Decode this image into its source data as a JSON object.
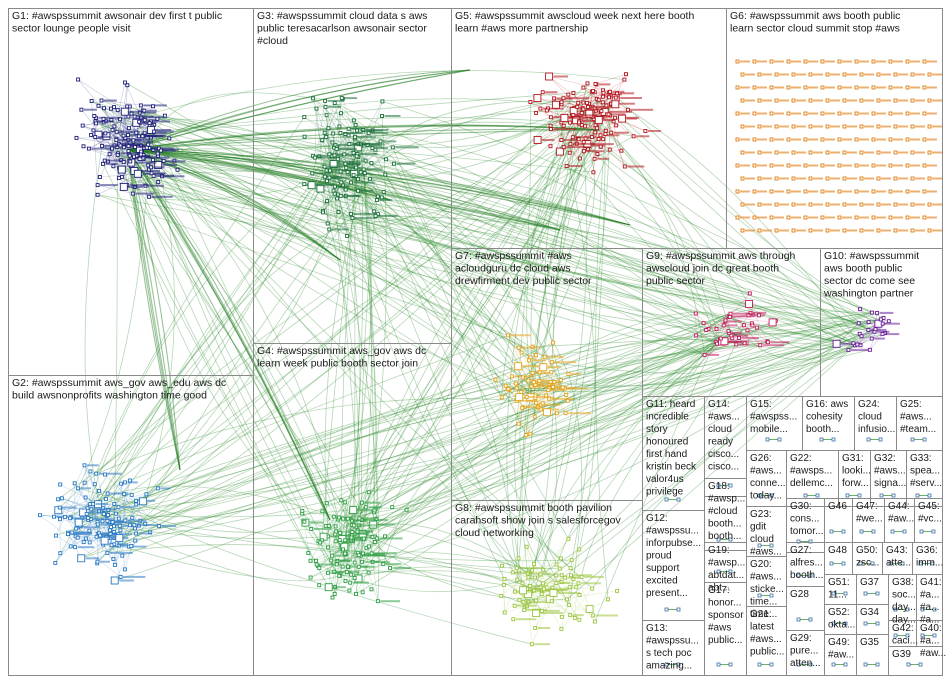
{
  "groups": [
    {
      "id": "G1",
      "lines": [
        "G1: #awspssummit awsonair dev first t public",
        "sector lounge people visit"
      ],
      "color": "#1f1f7a"
    },
    {
      "id": "G2",
      "lines": [
        "G2: #awspssummit aws_gov aws_edu aws dc",
        "build awsnonprofits washington time good"
      ],
      "color": "#2a78c2"
    },
    {
      "id": "G3",
      "lines": [
        "G3: #awspssummit cloud data s aws",
        "public teresacarlson awsonair sector",
        "#cloud"
      ],
      "color": "#1a6e3a"
    },
    {
      "id": "G4",
      "lines": [
        "G4: #awspssummit aws_gov aws dc",
        "learn week public booth sector join"
      ],
      "color": "#2f9e44"
    },
    {
      "id": "G5",
      "lines": [
        "G5: #awspssummit awscloud week next here booth",
        "learn #aws more partnership"
      ],
      "color": "#b3141c"
    },
    {
      "id": "G6",
      "lines": [
        "G6: #awspssummit aws booth public",
        "learn sector cloud summit stop #aws"
      ],
      "color": "#e07b10"
    },
    {
      "id": "G7",
      "lines": [
        "G7: #awspssummit #aws",
        "acloudguru dc cloud aws",
        "drewfirment dev public sector"
      ],
      "color": "#e8a317"
    },
    {
      "id": "G8",
      "lines": [
        "G8: #awspssummit booth pavilion",
        "carahsoft show join s salesforcegov",
        "cloud networking"
      ],
      "color": "#9bc53d"
    },
    {
      "id": "G9",
      "lines": [
        "G9: #awspssummit aws through",
        "awscloud join dc great booth",
        "public sector"
      ],
      "color": "#c2185b"
    },
    {
      "id": "G10",
      "lines": [
        "G10: #awspssummit",
        "aws booth public",
        "sector dc come see",
        "washington partner"
      ],
      "color": "#6a1b9a"
    },
    {
      "id": "G11",
      "lines": [
        "G11: heard",
        "incredible",
        "story",
        "honoured",
        "first hand",
        "kristin beck",
        "valor4us",
        "privilege"
      ],
      "color": "#555555"
    },
    {
      "id": "G12",
      "lines": [
        "G12:",
        "#awspssu...",
        "inforpubse...",
        "proud",
        "support",
        "excited",
        "present..."
      ],
      "color": "#555555"
    },
    {
      "id": "G13",
      "lines": [
        "G13:",
        "#awspssu...",
        "s tech poc",
        "amazing..."
      ],
      "color": "#555555"
    },
    {
      "id": "G14",
      "lines": [
        "G14:",
        "#aws...",
        "cloud",
        "ready",
        "cisco...",
        "cisco..."
      ],
      "color": "#555555"
    },
    {
      "id": "G15",
      "lines": [
        "G15:",
        "#awspss...",
        "mobile..."
      ],
      "color": "#555555"
    },
    {
      "id": "G16",
      "lines": [
        "G16: aws",
        "cohesity",
        "booth..."
      ],
      "color": "#555555"
    },
    {
      "id": "G17",
      "lines": [
        "G17:",
        "honor...",
        "sponsor",
        "#aws",
        "public..."
      ],
      "color": "#555555"
    },
    {
      "id": "G18",
      "lines": [
        "G18:",
        "#awsp...",
        "#cloud",
        "booth...",
        "booth..."
      ],
      "color": "#555555"
    },
    {
      "id": "G19",
      "lines": [
        "G19:",
        "#awsp...",
        "abtdat...",
        "abt..."
      ],
      "color": "#555555"
    },
    {
      "id": "G20",
      "lines": [
        "G20:",
        "#aws...",
        "sticke...",
        "time...",
        "time..."
      ],
      "color": "#555555"
    },
    {
      "id": "G21",
      "lines": [
        "G21:",
        "latest",
        "#aws...",
        "public..."
      ],
      "color": "#555555"
    },
    {
      "id": "G22",
      "lines": [
        "G22:",
        "#awsps...",
        "dellemc..."
      ],
      "color": "#555555"
    },
    {
      "id": "G23",
      "lines": [
        "G23:",
        "gdit",
        "cloud",
        "#aws..."
      ],
      "color": "#555555"
    },
    {
      "id": "G24",
      "lines": [
        "G24:",
        "cloud",
        "infusio..."
      ],
      "color": "#555555"
    },
    {
      "id": "G25",
      "lines": [
        "G25:",
        "#aws...",
        "#team..."
      ],
      "color": "#555555"
    },
    {
      "id": "G26",
      "lines": [
        "G26:",
        "#aws...",
        "conne...",
        "today..."
      ],
      "color": "#555555"
    },
    {
      "id": "G27",
      "lines": [
        "G27:",
        "alfres...",
        "booth..."
      ],
      "color": "#555555"
    },
    {
      "id": "G28",
      "lines": [
        "G28"
      ],
      "color": "#555555"
    },
    {
      "id": "G29",
      "lines": [
        "G29:",
        "pure...",
        "atten..."
      ],
      "color": "#555555"
    },
    {
      "id": "G30",
      "lines": [
        "G30:",
        "cons...",
        "tomor..."
      ],
      "color": "#555555"
    },
    {
      "id": "G31",
      "lines": [
        "G31:",
        "looki...",
        "forw..."
      ],
      "color": "#555555"
    },
    {
      "id": "G32",
      "lines": [
        "G32:",
        "#aws...",
        "signa..."
      ],
      "color": "#555555"
    },
    {
      "id": "G33",
      "lines": [
        "G33:",
        "spea...",
        "#serv..."
      ],
      "color": "#555555"
    },
    {
      "id": "G34",
      "lines": [
        "G34"
      ],
      "color": "#555555"
    },
    {
      "id": "G35",
      "lines": [
        "G35"
      ],
      "color": "#555555"
    },
    {
      "id": "G36",
      "lines": [
        "G36:",
        "imm..."
      ],
      "color": "#555555"
    },
    {
      "id": "G37",
      "lines": [
        "G37"
      ],
      "color": "#555555"
    },
    {
      "id": "G38",
      "lines": [
        "G38:",
        "soc...",
        "day...",
        "day..."
      ],
      "color": "#555555"
    },
    {
      "id": "G39",
      "lines": [
        "G39"
      ],
      "color": "#555555"
    },
    {
      "id": "G40",
      "lines": [
        "G40:",
        "#a...",
        "#aw..."
      ],
      "color": "#555555"
    },
    {
      "id": "G41",
      "lines": [
        "G41:",
        "#a...",
        "#a...",
        "#a..."
      ],
      "color": "#555555"
    },
    {
      "id": "G42",
      "lines": [
        "G42:",
        "caci..."
      ],
      "color": "#555555"
    },
    {
      "id": "G43",
      "lines": [
        "G43:",
        "atte..."
      ],
      "color": "#555555"
    },
    {
      "id": "G44",
      "lines": [
        "G44:",
        "#aw..."
      ],
      "color": "#555555"
    },
    {
      "id": "G45",
      "lines": [
        "G45:",
        "#vc..."
      ],
      "color": "#555555"
    },
    {
      "id": "G46",
      "lines": [
        "G46"
      ],
      "color": "#555555"
    },
    {
      "id": "G47",
      "lines": [
        "G47:",
        "#we..."
      ],
      "color": "#555555"
    },
    {
      "id": "G48",
      "lines": [
        "G48"
      ],
      "color": "#555555"
    },
    {
      "id": "G49",
      "lines": [
        "G49:",
        "#aw..."
      ],
      "color": "#555555"
    },
    {
      "id": "G50",
      "lines": [
        "G50:",
        "zsc..."
      ],
      "color": "#555555"
    },
    {
      "id": "G51",
      "lines": [
        "G51:",
        "11..."
      ],
      "color": "#555555"
    },
    {
      "id": "G52",
      "lines": [
        "G52:",
        "okta..."
      ],
      "color": "#555555"
    }
  ],
  "edge_color": "#2e8b2e",
  "frame_color": "#8a8a8a"
}
